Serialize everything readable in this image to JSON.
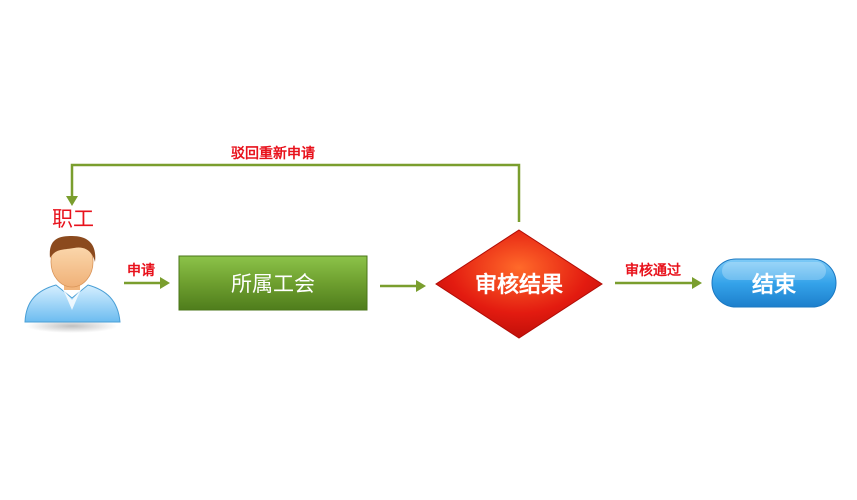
{
  "nodes": {
    "actor": {
      "label": "职工"
    },
    "union": {
      "label": "所属工会"
    },
    "review": {
      "label": "审核结果"
    },
    "end": {
      "label": "结束"
    }
  },
  "edges": {
    "apply": {
      "label": "申请"
    },
    "reject": {
      "label": "驳回重新申请"
    },
    "approve": {
      "label": "审核通过"
    },
    "union_to_review": {
      "label": ""
    }
  },
  "colors": {
    "arrow": "#7a9e2e",
    "label_red": "#e8121c",
    "union_box": "#6a9a2c",
    "review_diamond": "#e01a10",
    "end_pill": "#2c9ae2"
  }
}
